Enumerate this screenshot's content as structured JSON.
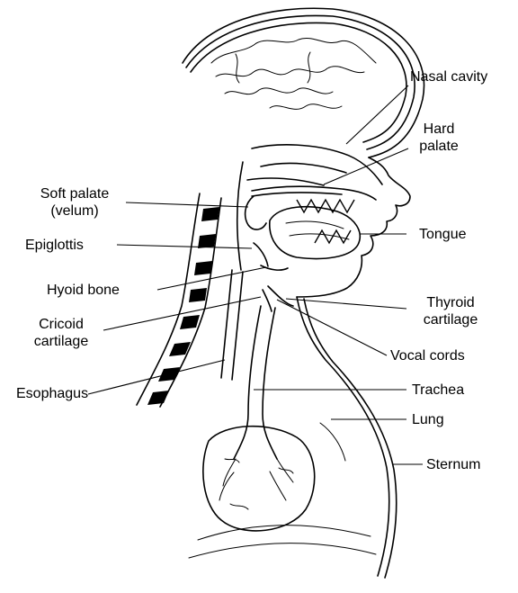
{
  "labels": {
    "nasal_cavity": "Nasal cavity",
    "hard_palate_1": "Hard",
    "hard_palate_2": "palate",
    "soft_palate_1": "Soft palate",
    "soft_palate_2": "(velum)",
    "tongue": "Tongue",
    "epiglottis": "Epiglottis",
    "hyoid_bone": "Hyoid bone",
    "thyroid_1": "Thyroid",
    "thyroid_2": "cartilage",
    "cricoid_1": "Cricoid",
    "cricoid_2": "cartilage",
    "vocal_cords": "Vocal cords",
    "esophagus": "Esophagus",
    "trachea": "Trachea",
    "lung": "Lung",
    "sternum": "Sternum"
  },
  "colors": {
    "ink": "#000000",
    "paper": "#ffffff"
  }
}
